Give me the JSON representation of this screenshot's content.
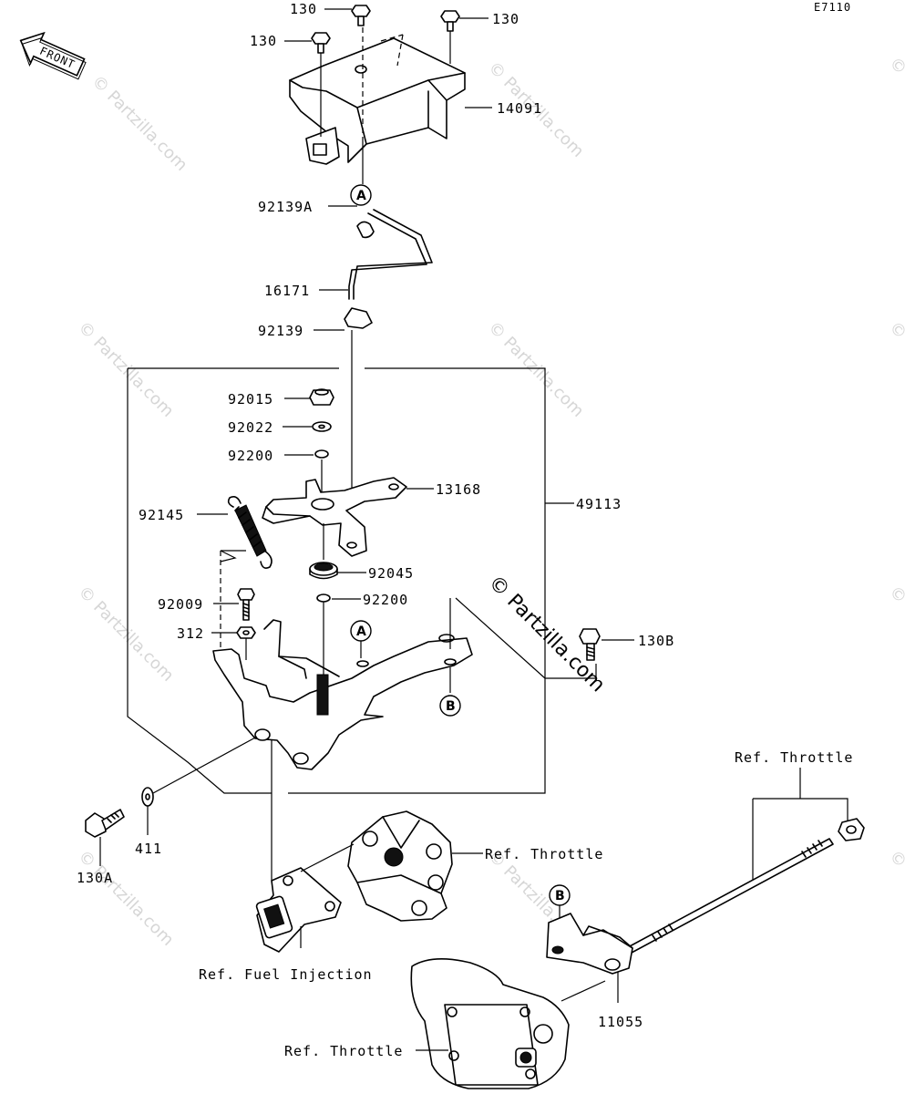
{
  "diagram_code": "E7110",
  "front_label": "FRONT",
  "watermark": "© Partzilla.com",
  "callouts": {
    "p130_a": "130",
    "p130_b": "130",
    "p130_c": "130",
    "p14091": "14091",
    "ref_a_top": "A",
    "p92139A": "92139A",
    "p16171": "16171",
    "p92139": "92139",
    "p92015": "92015",
    "p92022": "92022",
    "p92200_top": "92200",
    "p13168": "13168",
    "p49113": "49113",
    "p92145": "92145",
    "p92045": "92045",
    "p92009": "92009",
    "p92200_mid": "92200",
    "p312": "312",
    "ref_a_mid": "A",
    "p130B": "130B",
    "ref_b_mid": "B",
    "p411": "411",
    "p130A": "130A",
    "ref_throttle_1": "Ref. Throttle",
    "ref_throttle_2": "Ref. Throttle",
    "ref_throttle_3": "Ref. Throttle",
    "ref_fuel_injection": "Ref. Fuel Injection",
    "ref_b_low": "B",
    "p11055": "11055"
  }
}
